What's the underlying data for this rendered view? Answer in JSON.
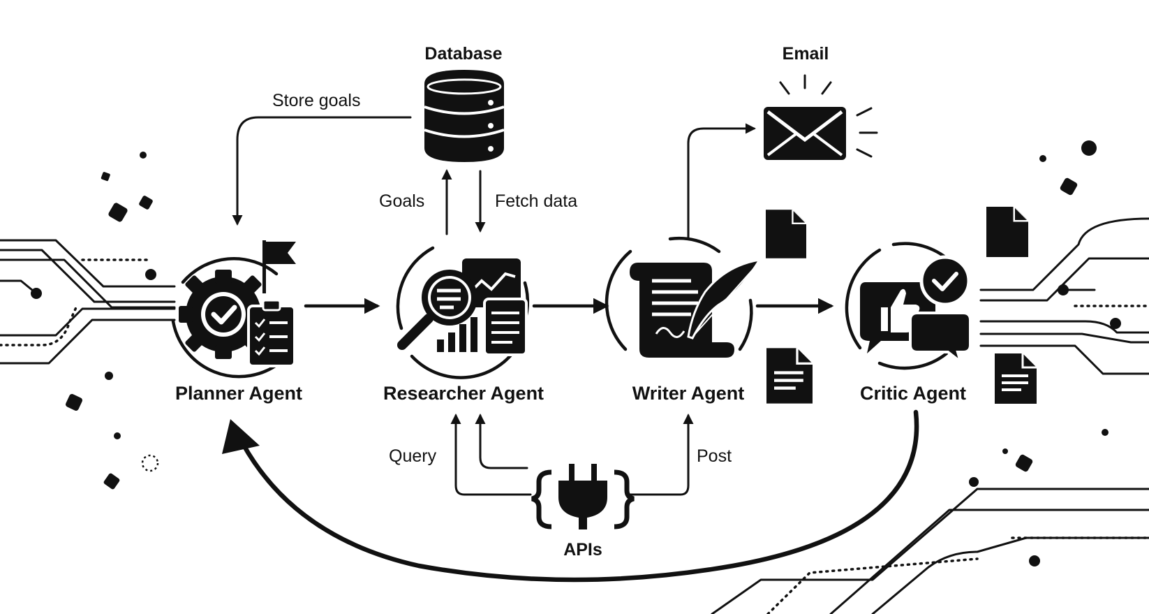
{
  "nodes": {
    "planner": "Planner Agent",
    "researcher": "Researcher Agent",
    "writer": "Writer Agent",
    "critic": "Critic Agent"
  },
  "resources": {
    "database": "Database",
    "email": "Email",
    "apis": "APIs"
  },
  "edges": {
    "store_goals": "Store goals",
    "goals": "Goals",
    "fetch_data": "Fetch data",
    "query": "Query",
    "post": "Post"
  },
  "icons": {
    "planner": "gear-check-clipboard-flag-icon",
    "researcher": "magnifier-chart-document-icon",
    "writer": "scroll-quill-icon",
    "critic": "thumbs-up-chat-check-icon",
    "database": "database-cylinder-icon",
    "email": "envelope-icon",
    "apis": "plug-braces-icon",
    "documents": "document-icon"
  },
  "colors": {
    "ink": "#111111",
    "background": "#ffffff"
  }
}
